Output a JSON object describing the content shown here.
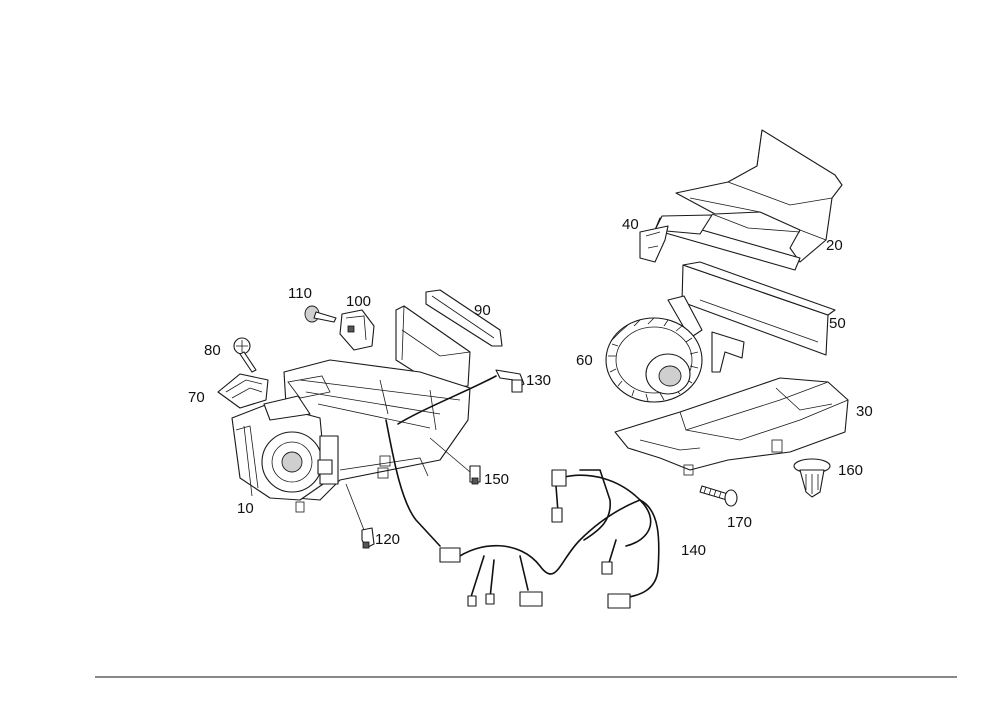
{
  "diagram": {
    "callouts": {
      "p10": "10",
      "p20": "20",
      "p30": "30",
      "p40": "40",
      "p50": "50",
      "p60": "60",
      "p70": "70",
      "p80": "80",
      "p90": "90",
      "p100": "100",
      "p110": "110",
      "p120": "120",
      "p130": "130",
      "p140": "140",
      "p150": "150",
      "p160": "160",
      "p170": "170"
    }
  }
}
